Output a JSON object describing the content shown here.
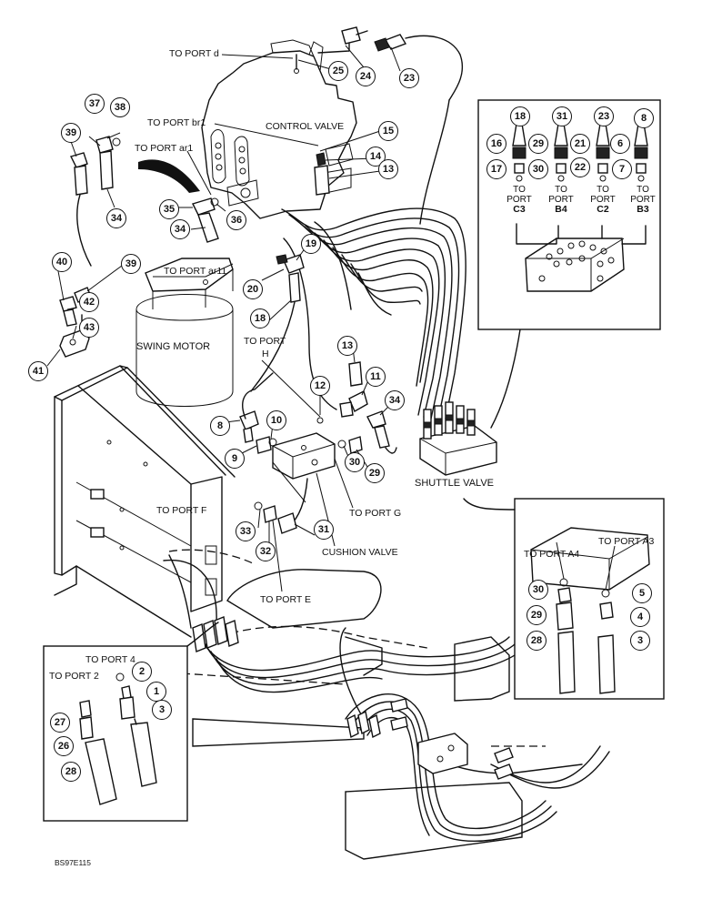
{
  "labels": {
    "to_port_d": "TO PORT d",
    "to_port_br1": "TO PORT br1",
    "control_valve": "CONTROL VALVE",
    "to_port_ar1": "TO PORT ar1",
    "to_port_ar11": "TO PORT ar11",
    "swing_motor": "SWING MOTOR",
    "to_port_h_1": "TO PORT",
    "to_port_h_2": "H",
    "to_port_f": "TO PORT F",
    "to_port_g": "TO PORT G",
    "cushion_valve": "CUSHION VALVE",
    "to_port_e": "TO PORT E",
    "shuttle_valve": "SHUTTLE VALVE",
    "to_port_a4": "TO PORT A4",
    "to_port_a3": "TO PORT A3",
    "to_port_4": "TO PORT 4",
    "to_port_2": "TO PORT 2",
    "drawing_ref": "BS97E115"
  },
  "inset_top_ports": [
    {
      "to": "TO",
      "port": "PORT",
      "id": "C3"
    },
    {
      "to": "TO",
      "port": "PORT",
      "id": "B4"
    },
    {
      "to": "TO",
      "port": "PORT",
      "id": "C2"
    },
    {
      "to": "TO",
      "port": "PORT",
      "id": "B3"
    }
  ],
  "callouts": {
    "c25": "25",
    "c24": "24",
    "c23": "23",
    "c37": "37",
    "c38": "38",
    "c39a": "39",
    "c15": "15",
    "c14": "14",
    "c13a": "13",
    "c35": "35",
    "c36": "36",
    "c34a": "34",
    "c34b": "34",
    "c40": "40",
    "c39b": "39",
    "c42": "42",
    "c43": "43",
    "c41": "41",
    "c19": "19",
    "c20": "20",
    "c18a": "18",
    "c13b": "13",
    "c12": "12",
    "c11": "11",
    "c34c": "34",
    "c8a": "8",
    "c10": "10",
    "c9": "9",
    "c30a": "30",
    "c29a": "29",
    "c33": "33",
    "c32": "32",
    "c31": "31",
    "i18": "18",
    "i31": "31",
    "i23": "23",
    "i8": "8",
    "i16": "16",
    "i29": "29",
    "i21": "21",
    "i6": "6",
    "i17": "17",
    "i30": "30",
    "i22": "22",
    "i7": "7",
    "r30": "30",
    "r29": "29",
    "r28": "28",
    "r5": "5",
    "r4": "4",
    "r3": "3",
    "l2": "2",
    "l1": "1",
    "l3": "3",
    "l27": "27",
    "l26": "26",
    "l28": "28"
  }
}
